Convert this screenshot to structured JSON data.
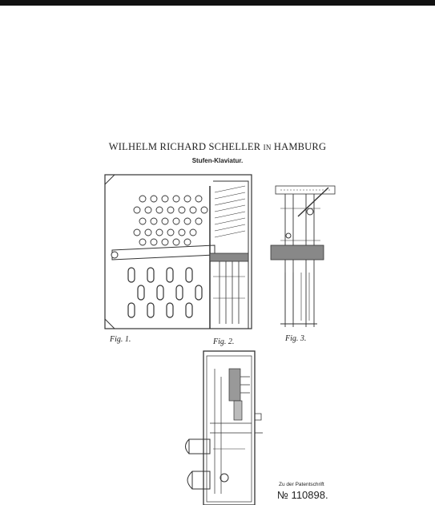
{
  "header": {
    "inventor": "WILHELM RICHARD SCHELLER",
    "connector": "IN",
    "city": "HAMBURG",
    "subtitle": "Stufen-Klaviatur."
  },
  "figures": {
    "fig1": "Fig. 1.",
    "fig2": "Fig. 2.",
    "fig3": "Fig. 3."
  },
  "footer": {
    "caption": "Zu der Patentschrift",
    "patent_number": "№ 110898."
  }
}
